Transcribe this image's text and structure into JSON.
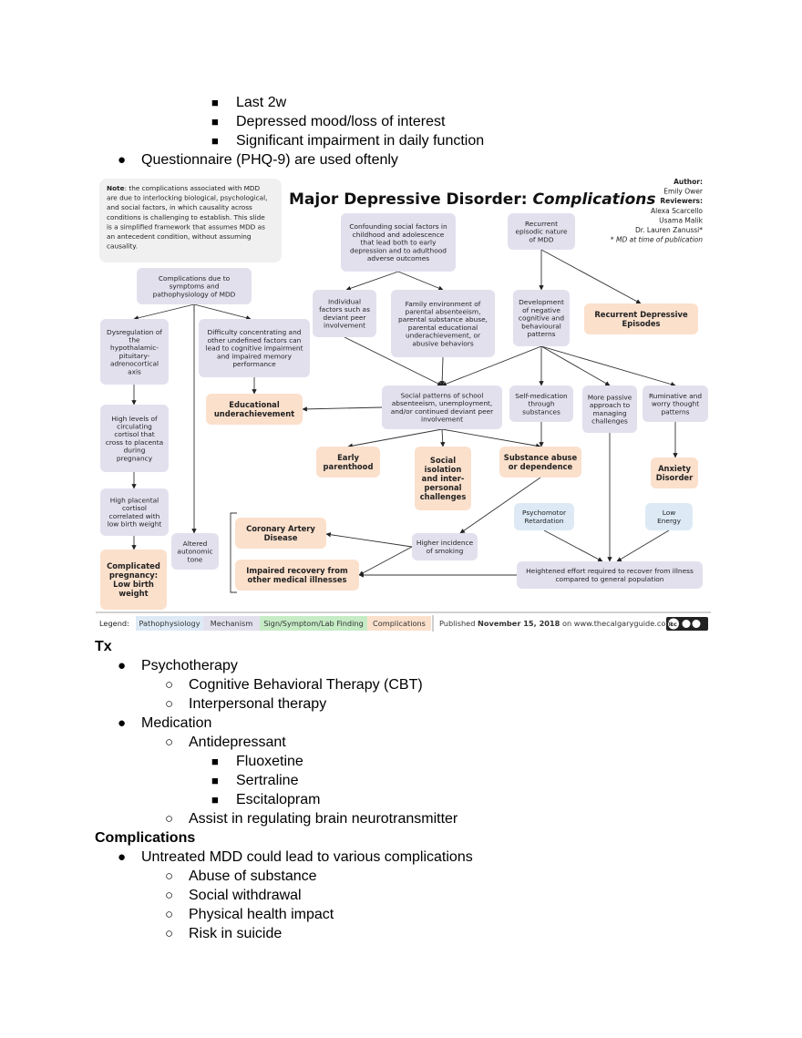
{
  "top_list": {
    "sub_items": [
      "Last 2w",
      "Depressed mood/loss of interest",
      "Significant impairment in daily function"
    ],
    "item": "Questionnaire (PHQ-9) are used oftenly"
  },
  "figure": {
    "title_main": "Major Depressive Disorder: ",
    "title_italic": "Complications",
    "note_label": "Note",
    "note_lines": [
      ": the complications associated with MDD",
      "are due to interlocking biological, psychological,",
      "and social factors, in which causality across",
      "conditions is challenging to establish. This slide",
      "is a simplified framework that assumes MDD as",
      "an antecedent condition, without assuming",
      "causality."
    ],
    "author_label": "Author",
    "author": "Emily Ower",
    "reviewers_label": "Reviewers",
    "reviewers": [
      "Alexa Scarcello",
      "Usama Malik",
      "Dr. Lauren Zanussi*"
    ],
    "pub_note": "* MD at time of publication",
    "nodes": {
      "n_complications": [
        "Complications due to",
        "symptoms and",
        "pathophysiology of MDD"
      ],
      "n_confounding": [
        "Confounding social factors in",
        "childhood and adolescence",
        "that lead both to early",
        "depression and to adulthood",
        "adverse outcomes"
      ],
      "n_recurrent_nature": [
        "Recurrent",
        "episodic nature",
        "of MDD"
      ],
      "n_individual": [
        "Individual",
        "factors such as",
        "deviant peer",
        "involvement"
      ],
      "n_family": [
        "Family environment of",
        "parental absenteeism,",
        "parental substance abuse,",
        "parental educational",
        "underachievement, or",
        "abusive behaviors"
      ],
      "n_development": [
        "Development",
        "of negative",
        "cognitive and",
        "behavioural",
        "patterns"
      ],
      "n_recurrent_episodes": [
        "Recurrent Depressive",
        "Episodes"
      ],
      "n_dysregulation": [
        "Dysregulation of",
        "the",
        "hypothalamic-",
        "pituitary-",
        "adrenocortical",
        "axis"
      ],
      "n_difficulty": [
        "Difficulty concentrating and",
        "other undefined factors can",
        "lead to cognitive impairment",
        "and impaired memory",
        "performance"
      ],
      "n_educational": [
        "Educational",
        "underachievement"
      ],
      "n_social_patterns": [
        "Social patterns of school",
        "absenteeism, unemployment,",
        "and/or continued deviant peer",
        "involvement"
      ],
      "n_self_med": [
        "Self-medication",
        "through",
        "substances"
      ],
      "n_passive": [
        "More passive",
        "approach to",
        "managing",
        "challenges"
      ],
      "n_ruminative": [
        "Ruminative and",
        "worry thought",
        "patterns"
      ],
      "n_cortisol": [
        "High levels of",
        "circulating",
        "cortisol that",
        "cross to placenta",
        "during",
        "pregnancy"
      ],
      "n_early_parent": [
        "Early",
        "parenthood"
      ],
      "n_isolation": [
        "Social",
        "isolation",
        "and inter-",
        "personal",
        "challenges"
      ],
      "n_substance": [
        "Substance abuse",
        "or dependence"
      ],
      "n_anxiety": [
        "Anxiety",
        "Disorder"
      ],
      "n_placental": [
        "High placental",
        "cortisol",
        "correlated with",
        "low birth weight"
      ],
      "n_psychomotor": [
        "Psychomotor",
        "Retardation"
      ],
      "n_low_energy": [
        "Low",
        "Energy"
      ],
      "n_cad": [
        "Coronary Artery",
        "Disease"
      ],
      "n_altered": [
        "Altered",
        "autonomic",
        "tone"
      ],
      "n_smoking": [
        "Higher incidence",
        "of smoking"
      ],
      "n_pregnancy": [
        "Complicated",
        "pregnancy:",
        "Low birth",
        "weight"
      ],
      "n_impaired": [
        "Impaired recovery from",
        "other medical illnesses"
      ],
      "n_effort": [
        "Heightened effort required to recover from illness",
        "compared to general population"
      ]
    },
    "legend": {
      "label": "Legend:",
      "items": [
        "Pathophysiology",
        "Mechanism",
        "Sign/Symptom/Lab Finding",
        "Complications"
      ],
      "published_prefix": "Published ",
      "published_date": "November 15, 2018",
      "published_suffix": " on www.thecalgaryguide.com",
      "cc_text": "cc"
    },
    "colors": {
      "pathophysiology": "#ddeaf6",
      "mechanism": "#e3e0ee",
      "sign_symptom": "#c6ecc6",
      "complications": "#fbe0cc"
    }
  },
  "tx": {
    "heading": "Tx",
    "psychotherapy": "Psychotherapy",
    "psychotherapy_items": [
      "Cognitive Behavioral Therapy (CBT)",
      "Interpersonal therapy"
    ],
    "medication": "Medication",
    "antidepressant": "Antidepressant",
    "drugs": [
      "Fluoxetine",
      "Sertraline",
      "Escitalopram"
    ],
    "assist": "Assist in regulating brain neurotransmitter"
  },
  "complications": {
    "heading": "Complications",
    "item": "Untreated MDD could lead to various complications",
    "sub_items": [
      "Abuse of substance",
      "Social withdrawal",
      "Physical health impact",
      "Risk in suicide"
    ]
  }
}
